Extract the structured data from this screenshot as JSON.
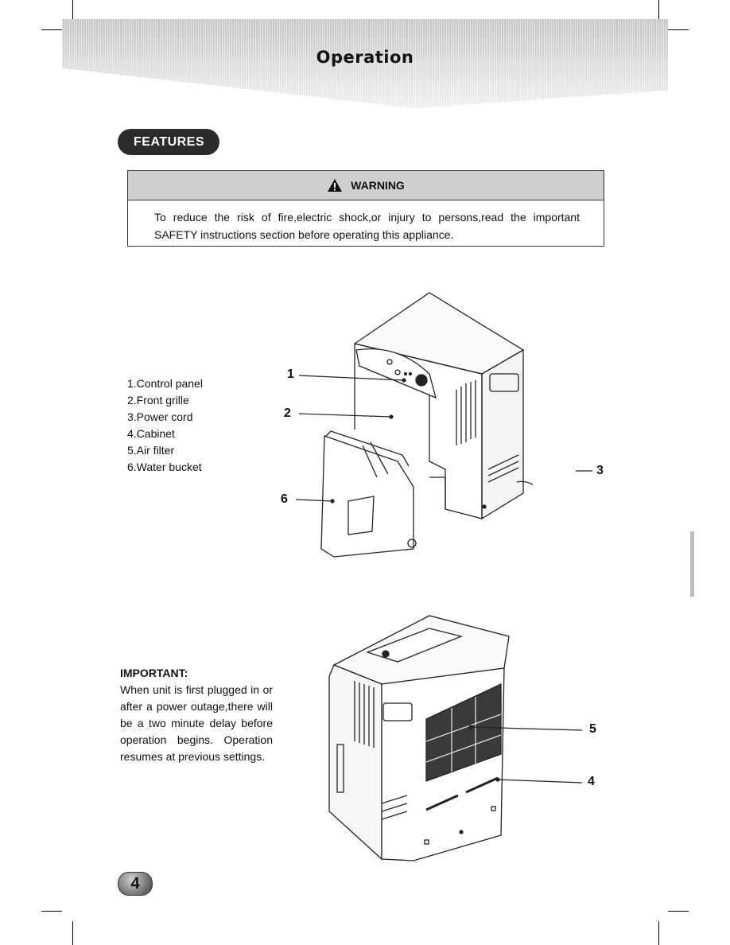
{
  "header": {
    "title": "Operation"
  },
  "section": {
    "label": "FEATURES"
  },
  "warning": {
    "heading": "WARNING",
    "text": "To reduce the risk of fire,electric shock,or injury to persons,read the important SAFETY instructions section before operating this appliance."
  },
  "features": {
    "items": [
      "1.Control panel",
      "2.Front grille",
      "3.Power cord",
      "4.Cabinet",
      "5.Air filter",
      "6.Water bucket"
    ]
  },
  "callouts": {
    "c1": "1",
    "c2": "2",
    "c3": "3",
    "c4": "4",
    "c5": "5",
    "c6": "6"
  },
  "important": {
    "title": "IMPORTANT:",
    "body": "When unit is first plugged in or after a power outage,there will be a two minute delay before operation begins. Operation resumes at previous settings."
  },
  "footer": {
    "page_number": "4"
  }
}
